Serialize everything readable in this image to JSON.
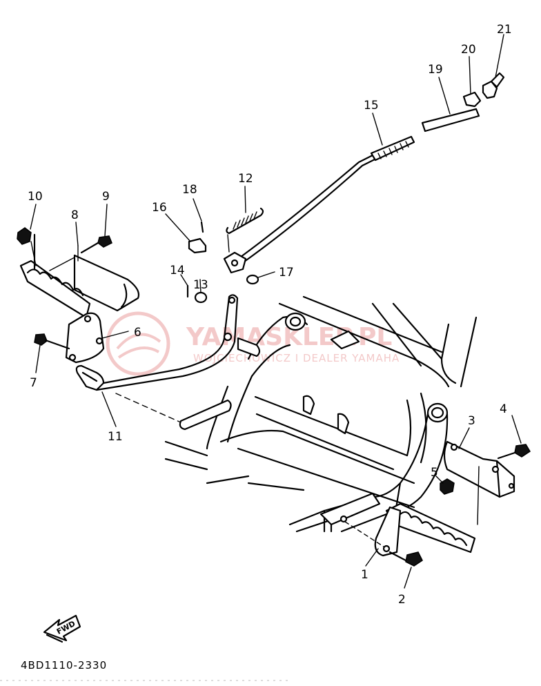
{
  "callouts": {
    "c1": "1",
    "c2": "2",
    "c3": "3",
    "c4": "4",
    "c5": "5",
    "c6": "6",
    "c7": "7",
    "c8": "8",
    "c9": "9",
    "c10": "10",
    "c11": "11",
    "c12": "12",
    "c13": "13",
    "c14": "14",
    "c15": "15",
    "c16": "16",
    "c17": "17",
    "c18": "18",
    "c19": "19",
    "c20": "20",
    "c21": "21"
  },
  "fwd_label": "FWD",
  "diagram_code": "4BD1110-2330",
  "watermark": {
    "title": "YAMASKLEP.PL",
    "subtitle": "WOJCIECHOWICZ I DEALER YAMAHA"
  },
  "colors": {
    "line": "#000000",
    "watermark": "#f3c9c9"
  }
}
